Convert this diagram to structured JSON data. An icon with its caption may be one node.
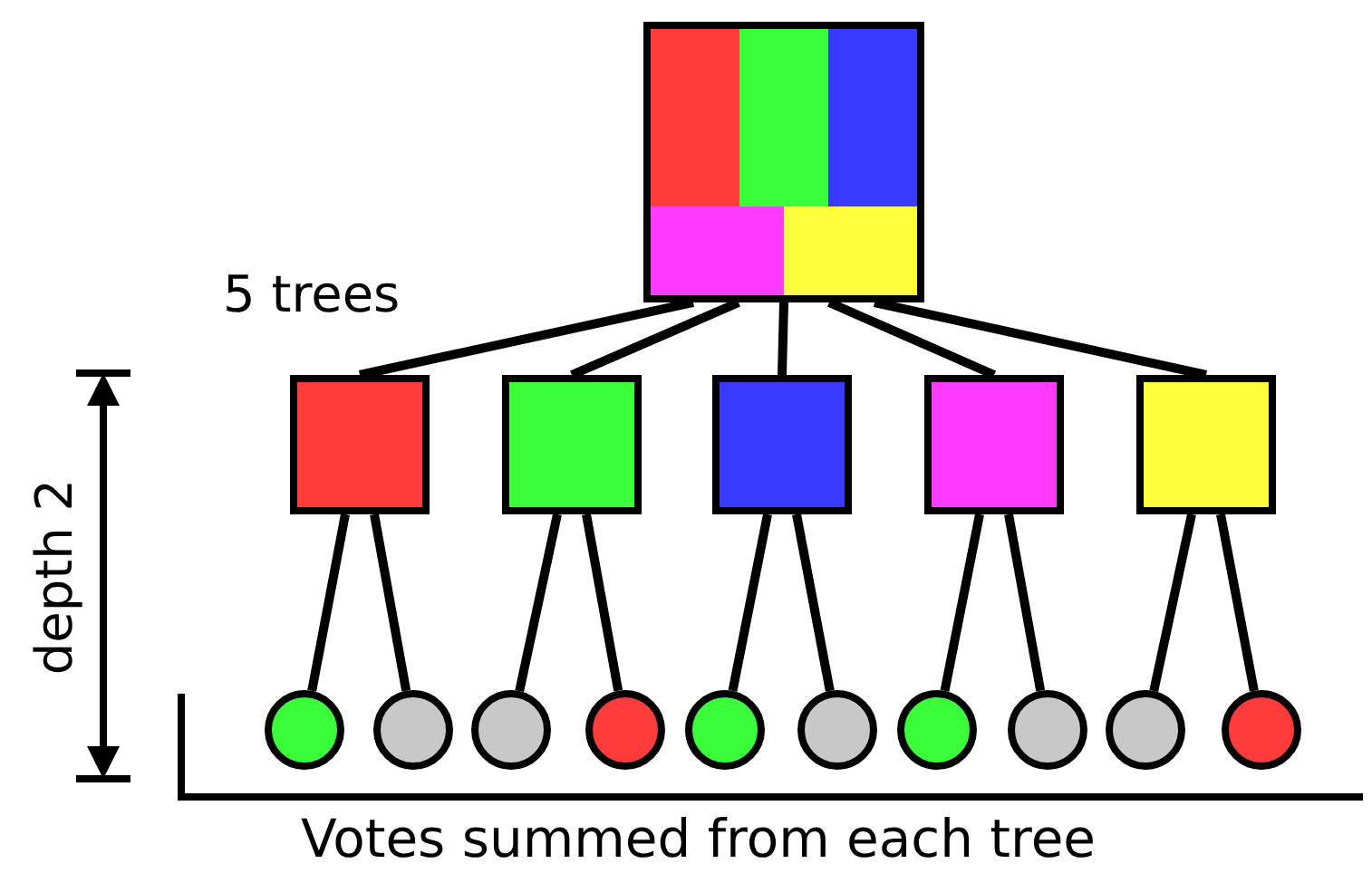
{
  "diagram": {
    "nodes": [
      {
        "text": [],
        "shape": "box"
      },
      {
        "text": [],
        "shape": "box"
      },
      {
        "text": [],
        "shape": "box"
      },
      {
        "text": [],
        "shape": "box"
      },
      {
        "text": [],
        "shape": "box"
      },
      {
        "text": [],
        "shape": "box"
      },
      {
        "text": [],
        "shape": "circle"
      },
      {
        "text": [],
        "shape": "circle"
      },
      {
        "text": [],
        "shape": "circle"
      },
      {
        "text": [],
        "shape": "circle"
      },
      {
        "text": [],
        "shape": "circle"
      },
      {
        "text": [],
        "shape": "circle"
      },
      {
        "text": [],
        "shape": "circle"
      },
      {
        "text": [],
        "shape": "circle"
      },
      {
        "text": [],
        "shape": "circle"
      },
      {
        "text": [],
        "shape": "circle"
      }
    ],
    "edges": [
      {
        "from": 0,
        "to": 1,
        "arrow": "none"
      },
      {
        "from": 0,
        "to": 2,
        "arrow": "none"
      },
      {
        "from": 0,
        "to": 3,
        "arrow": "none"
      },
      {
        "from": 0,
        "to": 4,
        "arrow": "none"
      },
      {
        "from": 0,
        "to": 5,
        "arrow": "none"
      },
      {
        "from": 1,
        "to": 6,
        "arrow": "none"
      },
      {
        "from": 1,
        "to": 7,
        "arrow": "none"
      },
      {
        "from": 2,
        "to": 8,
        "arrow": "none"
      },
      {
        "from": 2,
        "to": 9,
        "arrow": "none"
      },
      {
        "from": 3,
        "to": 10,
        "arrow": "none"
      },
      {
        "from": 3,
        "to": 11,
        "arrow": "none"
      },
      {
        "from": 4,
        "to": 12,
        "arrow": "none"
      },
      {
        "from": 4,
        "to": 13,
        "arrow": "none"
      },
      {
        "from": 5,
        "to": 14,
        "arrow": "none"
      },
      {
        "from": 5,
        "to": 15,
        "arrow": "none"
      }
    ],
    "labels": [
      "5 trees",
      "depth 2",
      "Votes summed from each tree"
    ]
  }
}
